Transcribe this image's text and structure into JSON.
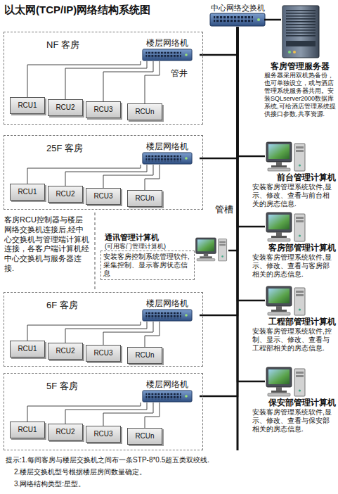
{
  "diagram": {
    "title": "以太网(TCP/IP)网络结构系统图",
    "nodes": [
      {
        "text": [
          "中心网络交换机"
        ]
      },
      {
        "text": [
          "客房管理服务器",
          "服务器采用双机热备份，也可单独设立，或与酒店管理系统服务器共用。安装SQLserver2000数据库系统,可给酒店管理系统提供接口参数,共享资源."
        ]
      },
      {
        "text": [
          "NF 客房"
        ]
      },
      {
        "text": [
          "楼层网络机"
        ],
        "in": 2
      },
      {
        "text": [
          "RCU1"
        ],
        "in": 2
      },
      {
        "text": [
          "RCU2"
        ],
        "in": 2
      },
      {
        "text": [
          "RCU3"
        ],
        "in": 2
      },
      {
        "text": [
          "RCUn"
        ],
        "in": 2
      },
      {
        "text": [
          "25F 客房"
        ]
      },
      {
        "text": [
          "楼层网络机"
        ],
        "in": 8
      },
      {
        "text": [
          "RCU1"
        ],
        "in": 8
      },
      {
        "text": [
          "RCU2"
        ],
        "in": 8
      },
      {
        "text": [
          "RCU3"
        ],
        "in": 8
      },
      {
        "text": [
          "RCUn"
        ],
        "in": 8
      },
      {
        "text": [
          "前台管理计算机",
          "安装客房管理系统软件,显示、修改、查看与前台相关的房态信息."
        ]
      },
      {
        "text": [
          "通讯管理计算机",
          "(可用客门管理计算机)",
          "安装客房控制系统管理软件,采集控制、显示客房状态信息"
        ]
      },
      {
        "text": [
          "客房部管理计算机",
          "安装客房管理系统软件,显示、修改、查看与客房部相关的房态信息."
        ]
      },
      {
        "text": [
          "6F 客房"
        ]
      },
      {
        "text": [
          "楼层网络机"
        ],
        "in": 17
      },
      {
        "text": [
          "RCU1"
        ],
        "in": 17
      },
      {
        "text": [
          "RCU2"
        ],
        "in": 17
      },
      {
        "text": [
          "RCU3"
        ],
        "in": 17
      },
      {
        "text": [
          "RCUn"
        ],
        "in": 17
      },
      {
        "text": [
          "工程部管理计算机",
          "安装客房管理系统软件,控制、显示、修改、查看与工程部相关的房态信息."
        ]
      },
      {
        "text": [
          "5F 客房"
        ]
      },
      {
        "text": [
          "楼层网络机"
        ],
        "in": 24
      },
      {
        "text": [
          "RCU1"
        ],
        "in": 24
      },
      {
        "text": [
          "RCU2"
        ],
        "in": 24
      },
      {
        "text": [
          "RCU3"
        ],
        "in": 24
      },
      {
        "text": [
          "RCUn"
        ],
        "in": 24
      },
      {
        "text": [
          "保安部管理计算机",
          "安装客房管理系统软件,显示、修改、查看与保安部相关的房态信息."
        ]
      }
    ],
    "edges": [
      {
        "from": 0,
        "to": 1,
        "arrow": "none"
      },
      {
        "from": 3,
        "to": 4,
        "arrow": "none"
      },
      {
        "from": 3,
        "to": 5,
        "arrow": "none"
      },
      {
        "from": 3,
        "to": 6,
        "arrow": "none"
      },
      {
        "from": 3,
        "to": 7,
        "arrow": "none"
      },
      {
        "from": 3,
        "to": 0,
        "arrow": "none"
      },
      {
        "from": 9,
        "to": 10,
        "arrow": "none"
      },
      {
        "from": 9,
        "to": 11,
        "arrow": "none"
      },
      {
        "from": 9,
        "to": 12,
        "arrow": "none"
      },
      {
        "from": 9,
        "to": 13,
        "arrow": "none"
      },
      {
        "from": 9,
        "to": 0,
        "arrow": "none"
      },
      {
        "from": 14,
        "to": 0,
        "arrow": "none"
      },
      {
        "from": 15,
        "to": 0,
        "arrow": "none"
      },
      {
        "from": 16,
        "to": 0,
        "arrow": "none"
      },
      {
        "from": 18,
        "to": 19,
        "arrow": "none"
      },
      {
        "from": 18,
        "to": 20,
        "arrow": "none"
      },
      {
        "from": 18,
        "to": 21,
        "arrow": "none"
      },
      {
        "from": 18,
        "to": 22,
        "arrow": "none"
      },
      {
        "from": 18,
        "to": 0,
        "arrow": "none"
      },
      {
        "from": 23,
        "to": 0,
        "arrow": "none"
      },
      {
        "from": 25,
        "to": 26,
        "arrow": "none"
      },
      {
        "from": 25,
        "to": 27,
        "arrow": "none"
      },
      {
        "from": 25,
        "to": 28,
        "arrow": "none"
      },
      {
        "from": 25,
        "to": 29,
        "arrow": "none"
      },
      {
        "from": 25,
        "to": 0,
        "arrow": "none"
      },
      {
        "from": 30,
        "to": 0,
        "arrow": "none"
      }
    ],
    "labels": [
      "管井",
      "管槽",
      "客房RCU控制器与楼层网络交换机连接后,经中心交换机与管理端计算机连接，各客户端计算机经中心交换机与服务器连接.",
      "提示:1.每间客房与楼层交换机之间布一条STP-8*0.5超五类双绞线.",
      "2.楼层交换机型号根据楼层房间数量确定。",
      "3.网络结构类型:星型。"
    ]
  }
}
